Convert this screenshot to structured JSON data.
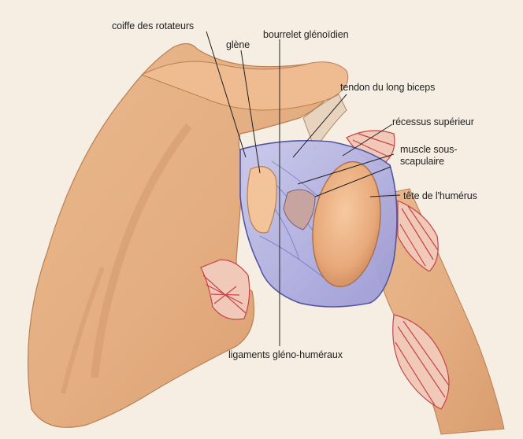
{
  "labels": {
    "coiffe": "coiffe des rotateurs",
    "glene": "glène",
    "bourrelet": "bourrelet glénoïdien",
    "tendon": "tendon du long biceps",
    "recessus": "récessus supérieur",
    "muscle_line1": "muscle sous-",
    "muscle_line2": "scapulaire",
    "tete": "tête de l'humérus",
    "ligaments": "ligaments gléno-huméraux"
  }
}
